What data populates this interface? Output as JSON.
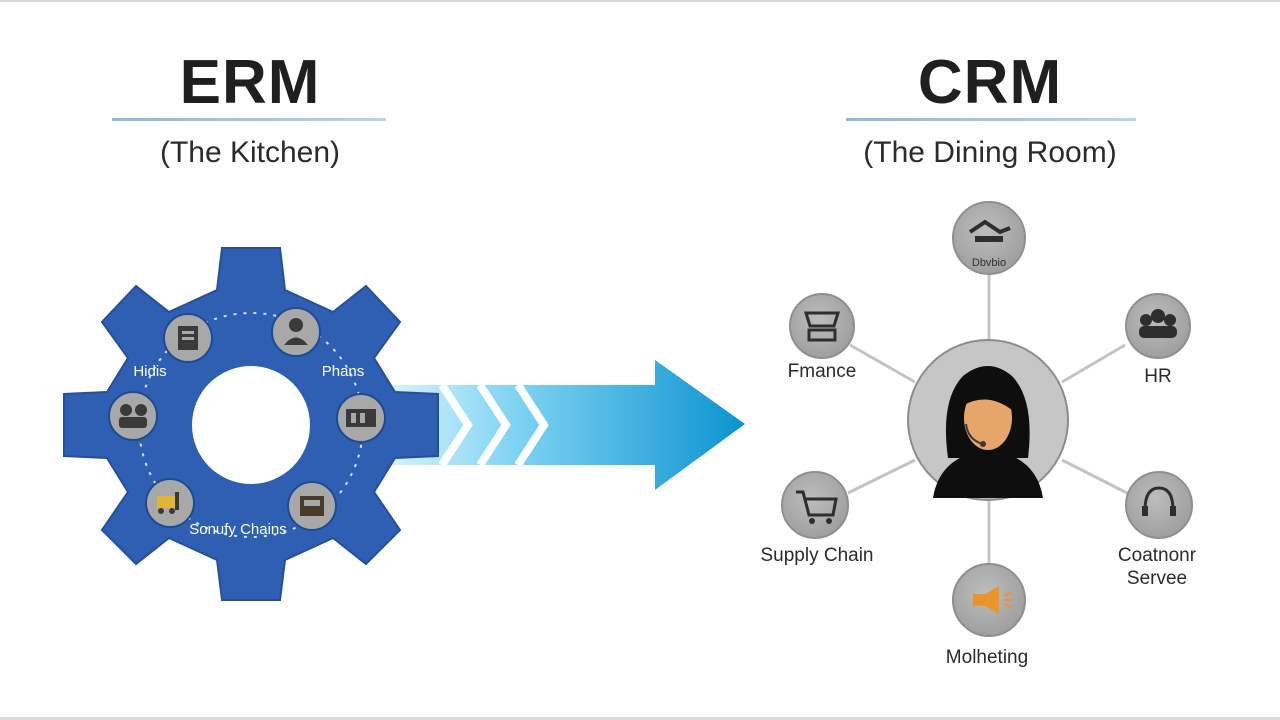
{
  "left": {
    "title": "ERM",
    "subtitle": "(The Kitchen)",
    "gear_labels": {
      "upper_left": "Hidis",
      "upper_right": "Phans",
      "bottom": "Sonufy Chains"
    },
    "gear_icons": [
      "document-icon",
      "person-icon",
      "people-icon",
      "machine-icon",
      "forklift-icon",
      "cash-register-icon"
    ]
  },
  "right": {
    "title": "CRM",
    "subtitle": "(The Dining Room)",
    "center_icon": "customer-agent-headset",
    "nodes": {
      "top": {
        "icon": "reception-icon",
        "caption": "Dbvbio"
      },
      "finance": {
        "icon": "cash-register-icon",
        "label": "Fmance"
      },
      "hr": {
        "icon": "team-icon",
        "label": "HR"
      },
      "supply": {
        "icon": "shopping-cart-icon",
        "label": "Supply Chain"
      },
      "service": {
        "icon": "headset-icon",
        "label_line1": "Coatnonr",
        "label_line2": "Servee"
      },
      "marketing": {
        "icon": "megaphone-icon",
        "label": "Molheting"
      }
    }
  },
  "colors": {
    "gear_blue": "#2f5fb3",
    "arrow_light": "#cdeefc",
    "arrow_dark": "#0f9ad6",
    "node_gray": "#a6a6a6",
    "connector_gray": "#c3c3c3",
    "heading_text": "#1f1f1f"
  }
}
